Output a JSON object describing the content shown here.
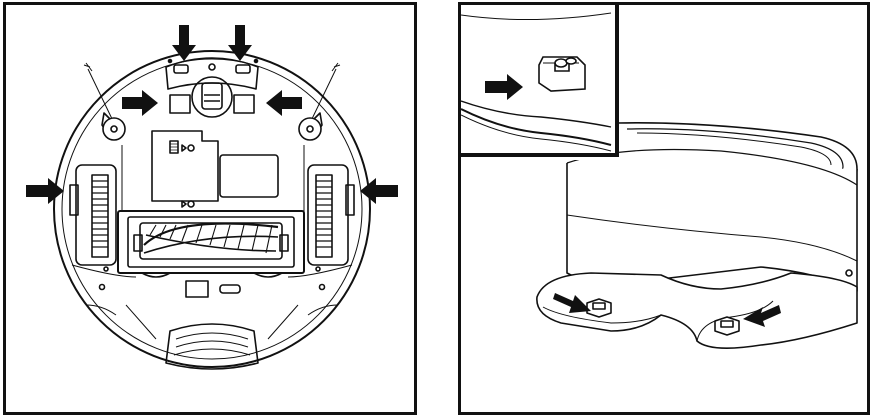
{
  "figure": {
    "left_panel": {
      "subject": "robot-vacuum-underside",
      "arrow_count": 6,
      "stroke_color": "#111111",
      "fill_color": "#ffffff"
    },
    "right_panel": {
      "subject": "charging-dock-with-contacts-inset",
      "arrow_count": 3,
      "stroke_color": "#111111",
      "fill_color": "#ffffff"
    }
  }
}
